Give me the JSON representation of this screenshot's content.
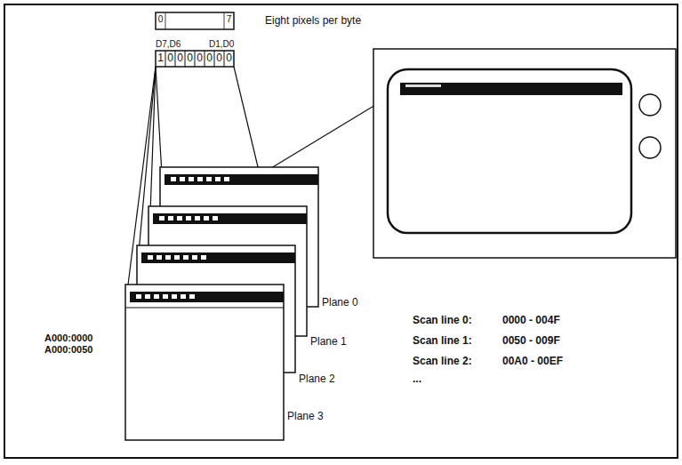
{
  "diagram": {
    "labels": [
      "0",
      "7",
      "Eight pixels per byte",
      "D7,D6",
      "D1,D0",
      "1",
      "0",
      "0",
      "0",
      "0",
      "0",
      "0",
      "0",
      "A000:0000",
      "A000:0050",
      "Plane 0",
      "Plane 1",
      "Plane 2",
      "Plane 3",
      "Scan line 0:",
      "0000 - 004F",
      "Scan line 1:",
      "0050 - 009F",
      "Scan line 2:",
      "00A0 - 00EF",
      "..."
    ]
  }
}
